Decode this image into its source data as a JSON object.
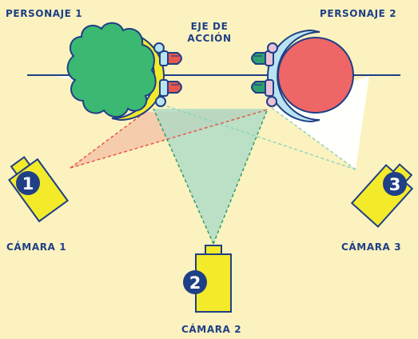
{
  "labels": {
    "character_1": "PERSONAJE 1",
    "character_2": "PERSONAJE 2",
    "axis_line1": "EJE DE",
    "axis_line2": "ACCIÓN",
    "camera_1": "CÁMARA 1",
    "camera_2": "CÁMARA 2",
    "camera_3": "CÁMARA 3"
  },
  "camera_numbers": {
    "one": "1",
    "two": "2",
    "three": "3"
  },
  "colors": {
    "background": "#fbf2bf",
    "navy": "#1f3f86",
    "character_1_head": "#3bb872",
    "character_2_head": "#ee6666",
    "camera_body": "#f3ea2a",
    "cone_1": "#ef9f95",
    "cone_2": "#a7d9c7",
    "cone_3": "#ffffff"
  }
}
